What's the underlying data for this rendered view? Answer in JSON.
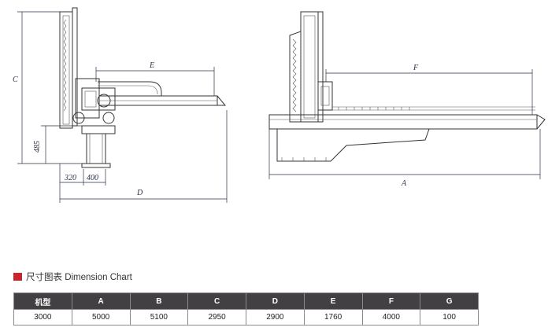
{
  "drawing": {
    "labels": {
      "C": "C",
      "h485": "485",
      "w320": "320",
      "w400": "400",
      "D": "D",
      "E": "E",
      "F": "F",
      "A": "A"
    }
  },
  "section": {
    "title": "尺寸图表 Dimension Chart",
    "marker_color": "#c8262b"
  },
  "table": {
    "headers": [
      "机型",
      "A",
      "B",
      "C",
      "D",
      "E",
      "F",
      "G"
    ],
    "rows": [
      [
        "3000",
        "5000",
        "5100",
        "2950",
        "2900",
        "1760",
        "4000",
        "100"
      ]
    ],
    "header_bg": "#434043"
  }
}
